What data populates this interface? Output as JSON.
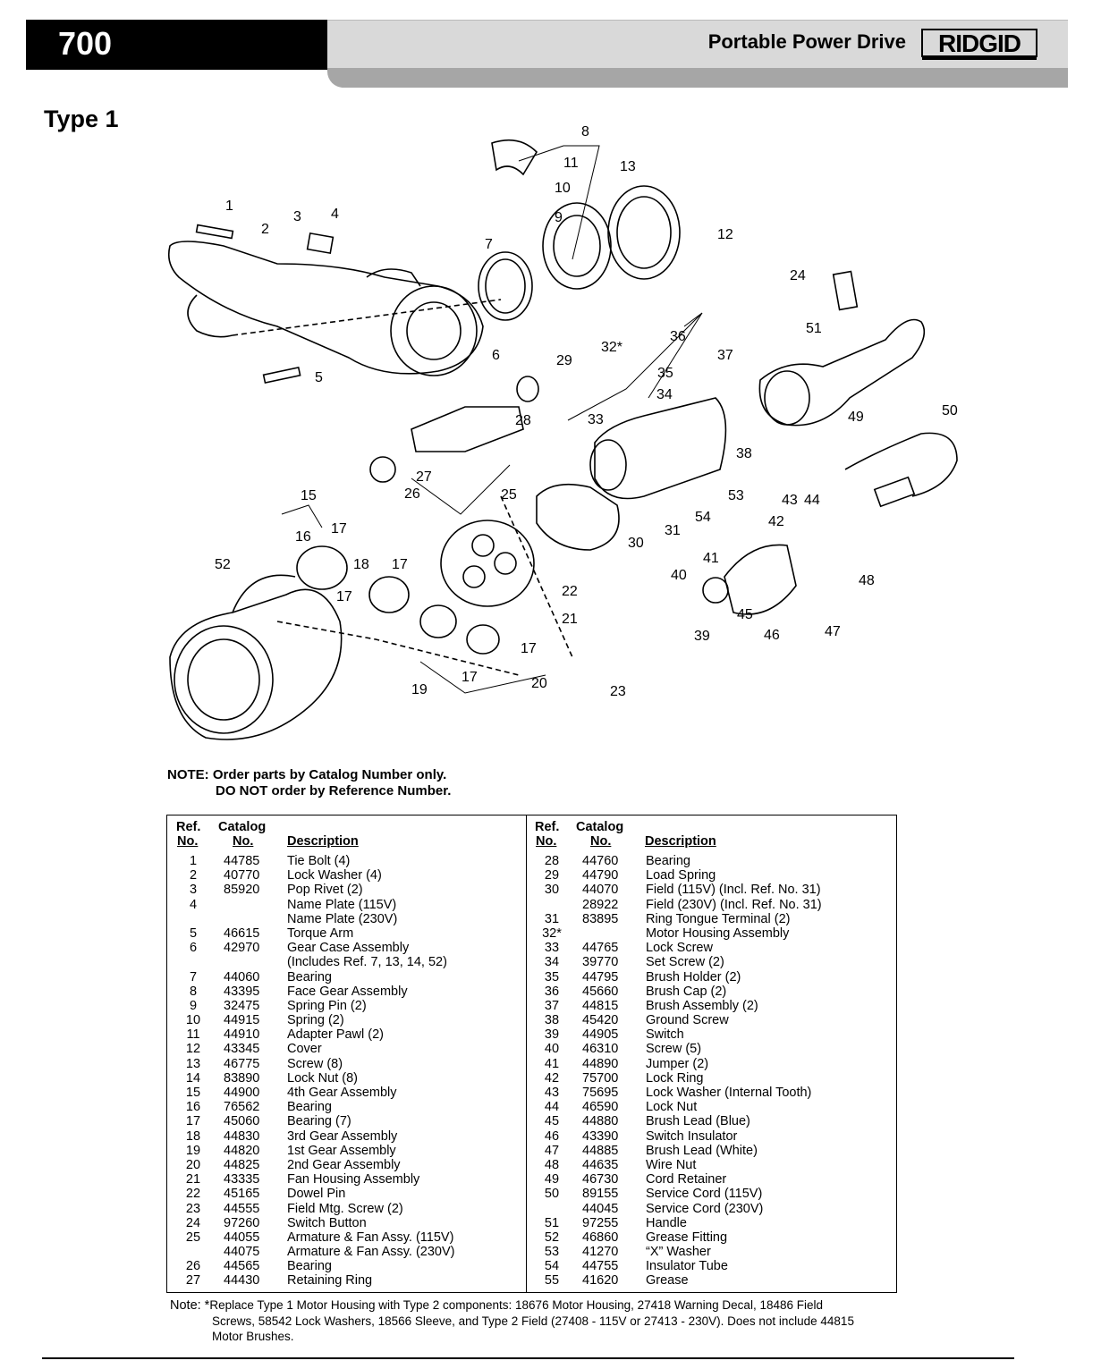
{
  "header": {
    "model": "700",
    "title": "Portable Power Drive",
    "brand": "RIDGID"
  },
  "section_title": "Type 1",
  "note_order": {
    "line1": "NOTE: Order parts by Catalog Number only.",
    "line2": "DO NOT order by Reference Number."
  },
  "table": {
    "headers": {
      "ref_top": "Ref.",
      "ref_bottom": "No.",
      "cat_top": "Catalog",
      "cat_bottom": "No.",
      "desc": "Description"
    },
    "left": [
      [
        "1",
        "44785",
        "Tie Bolt (4)"
      ],
      [
        "2",
        "40770",
        "Lock Washer (4)"
      ],
      [
        "3",
        "85920",
        "Pop Rivet (2)"
      ],
      [
        "4",
        "",
        "Name Plate (115V)"
      ],
      [
        "",
        "",
        "Name Plate (230V)"
      ],
      [
        "5",
        "46615",
        "Torque Arm"
      ],
      [
        "6",
        "42970",
        "Gear Case Assembly"
      ],
      [
        "",
        "",
        "(Includes Ref. 7, 13, 14, 52)"
      ],
      [
        "7",
        "44060",
        "Bearing"
      ],
      [
        "8",
        "43395",
        "Face Gear Assembly"
      ],
      [
        "9",
        "32475",
        "Spring Pin (2)"
      ],
      [
        "10",
        "44915",
        "Spring (2)"
      ],
      [
        "11",
        "44910",
        "Adapter Pawl (2)"
      ],
      [
        "12",
        "43345",
        "Cover"
      ],
      [
        "13",
        "46775",
        "Screw (8)"
      ],
      [
        "14",
        "83890",
        "Lock Nut (8)"
      ],
      [
        "15",
        "44900",
        "4th Gear Assembly"
      ],
      [
        "16",
        "76562",
        "Bearing"
      ],
      [
        "17",
        "45060",
        "Bearing (7)"
      ],
      [
        "18",
        "44830",
        "3rd Gear Assembly"
      ],
      [
        "19",
        "44820",
        "1st Gear Assembly"
      ],
      [
        "20",
        "44825",
        "2nd Gear Assembly"
      ],
      [
        "21",
        "43335",
        "Fan Housing Assembly"
      ],
      [
        "22",
        "45165",
        "Dowel Pin"
      ],
      [
        "23",
        "44555",
        "Field Mtg. Screw (2)"
      ],
      [
        "24",
        "97260",
        "Switch Button"
      ],
      [
        "25",
        "44055",
        "Armature & Fan Assy. (115V)"
      ],
      [
        "",
        "44075",
        "Armature & Fan Assy. (230V)"
      ],
      [
        "26",
        "44565",
        "Bearing"
      ],
      [
        "27",
        "44430",
        "Retaining Ring"
      ]
    ],
    "right": [
      [
        "28",
        "44760",
        "Bearing"
      ],
      [
        "29",
        "44790",
        "Load Spring"
      ],
      [
        "30",
        "44070",
        "Field (115V) (Incl. Ref. No. 31)"
      ],
      [
        "",
        "28922",
        "Field (230V) (Incl. Ref. No. 31)"
      ],
      [
        "31",
        "83895",
        "Ring Tongue Terminal (2)"
      ],
      [
        "32*",
        "",
        "Motor Housing Assembly"
      ],
      [
        "33",
        "44765",
        "Lock Screw"
      ],
      [
        "34",
        "39770",
        "Set Screw (2)"
      ],
      [
        "35",
        "44795",
        "Brush Holder (2)"
      ],
      [
        "36",
        "45660",
        "Brush Cap (2)"
      ],
      [
        "37",
        "44815",
        "Brush Assembly (2)"
      ],
      [
        "38",
        "45420",
        "Ground Screw"
      ],
      [
        "39",
        "44905",
        "Switch"
      ],
      [
        "40",
        "46310",
        "Screw (5)"
      ],
      [
        "41",
        "44890",
        "Jumper (2)"
      ],
      [
        "42",
        "75700",
        "Lock Ring"
      ],
      [
        "43",
        "75695",
        "Lock Washer (Internal Tooth)"
      ],
      [
        "44",
        "46590",
        "Lock Nut"
      ],
      [
        "45",
        "44880",
        "Brush Lead (Blue)"
      ],
      [
        "46",
        "43390",
        "Switch Insulator"
      ],
      [
        "47",
        "44885",
        "Brush Lead (White)"
      ],
      [
        "48",
        "44635",
        "Wire Nut"
      ],
      [
        "49",
        "46730",
        "Cord Retainer"
      ],
      [
        "50",
        "89155",
        "Service Cord (115V)"
      ],
      [
        "",
        "44045",
        "Service Cord (230V)"
      ],
      [
        "51",
        "97255",
        "Handle"
      ],
      [
        "52",
        "46860",
        "Grease Fitting"
      ],
      [
        "53",
        "41270",
        "“X” Washer"
      ],
      [
        "54",
        "44755",
        "Insulator Tube"
      ],
      [
        "55",
        "41620",
        "Grease"
      ]
    ]
  },
  "footnote": {
    "label": "Note: *",
    "line1": "Replace Type 1 Motor Housing with Type 2 components: 18676 Motor Housing, 27418 Warning Decal, 18486 Field",
    "line2": "Screws, 58542 Lock Washers, 18566 Sleeve, and Type 2 Field (27408 - 115V or 27413 - 230V). Does not include 44815",
    "line3": "Motor Brushes."
  },
  "diagram_labels": [
    "1",
    "2",
    "3",
    "4",
    "5",
    "6",
    "7",
    "8",
    "9",
    "10",
    "11",
    "12",
    "13",
    "15",
    "16",
    "17",
    "17",
    "17",
    "17",
    "17",
    "18",
    "19",
    "20",
    "21",
    "22",
    "23",
    "24",
    "25",
    "26",
    "27",
    "28",
    "29",
    "30",
    "31",
    "32*",
    "33",
    "34",
    "35",
    "36",
    "37",
    "38",
    "39",
    "40",
    "41",
    "42",
    "43",
    "44",
    "45",
    "46",
    "47",
    "48",
    "49",
    "50",
    "51",
    "52",
    "53",
    "54"
  ]
}
